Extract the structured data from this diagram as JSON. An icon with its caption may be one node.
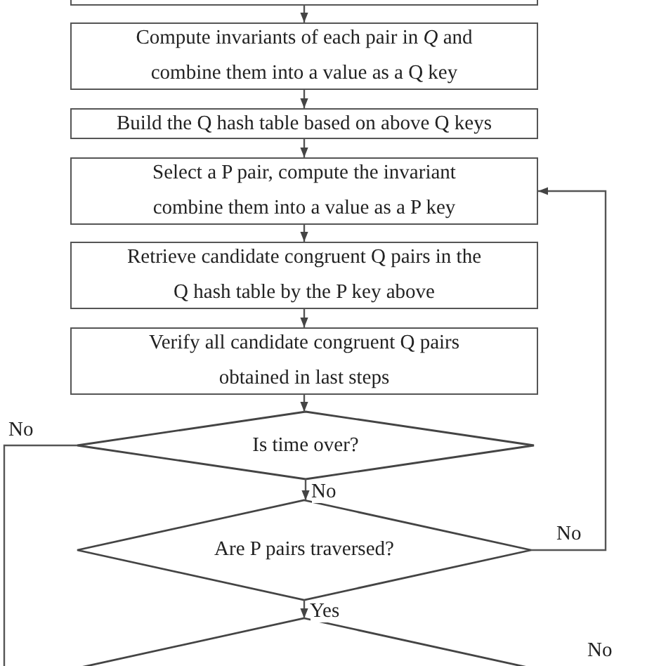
{
  "diagram": {
    "nodes": [
      {
        "text": [],
        "shape": "box"
      },
      {
        "text": [
          "Compute invariants of each pair in *Q* and combine them into a value as a Q key"
        ]
      },
      {
        "text": [
          "Build the Q hash table based on above Q keys"
        ]
      },
      {
        "text": [
          "Select a P pair, compute the invariant combine them into a value as a P key"
        ]
      },
      {
        "text": [
          "Retrieve candidate congruent Q pairs in the Q hash table by the P key above"
        ]
      },
      {
        "text": [
          "Verify all candidate congruent Q pairs obtained in last steps"
        ]
      },
      {
        "text": [
          "Is time over?"
        ]
      },
      {
        "text": [
          "Are P pairs traversed?"
        ]
      },
      {
        "text": [],
        "shape": "diamond"
      }
    ],
    "edges": [
      {
        "from": 0,
        "to": 1,
        "arrow": "to"
      },
      {
        "from": 1,
        "to": 2,
        "arrow": "to"
      },
      {
        "from": 2,
        "to": 3,
        "arrow": "to"
      },
      {
        "from": 3,
        "to": 4,
        "arrow": "to"
      },
      {
        "from": 4,
        "to": 5,
        "arrow": "to"
      },
      {
        "from": 5,
        "to": 6,
        "arrow": "to"
      },
      {
        "from": 6,
        "to": 7,
        "label": "No",
        "arrow": "to"
      },
      {
        "from": 7,
        "to": 8,
        "label": "Yes",
        "arrow": "to"
      },
      {
        "from": 7,
        "to": 3,
        "label": "No",
        "arrow": "to"
      },
      {
        "from": 6,
        "to": null,
        "label": "No",
        "arrow": "none"
      }
    ],
    "labels": [
      "No"
    ]
  }
}
